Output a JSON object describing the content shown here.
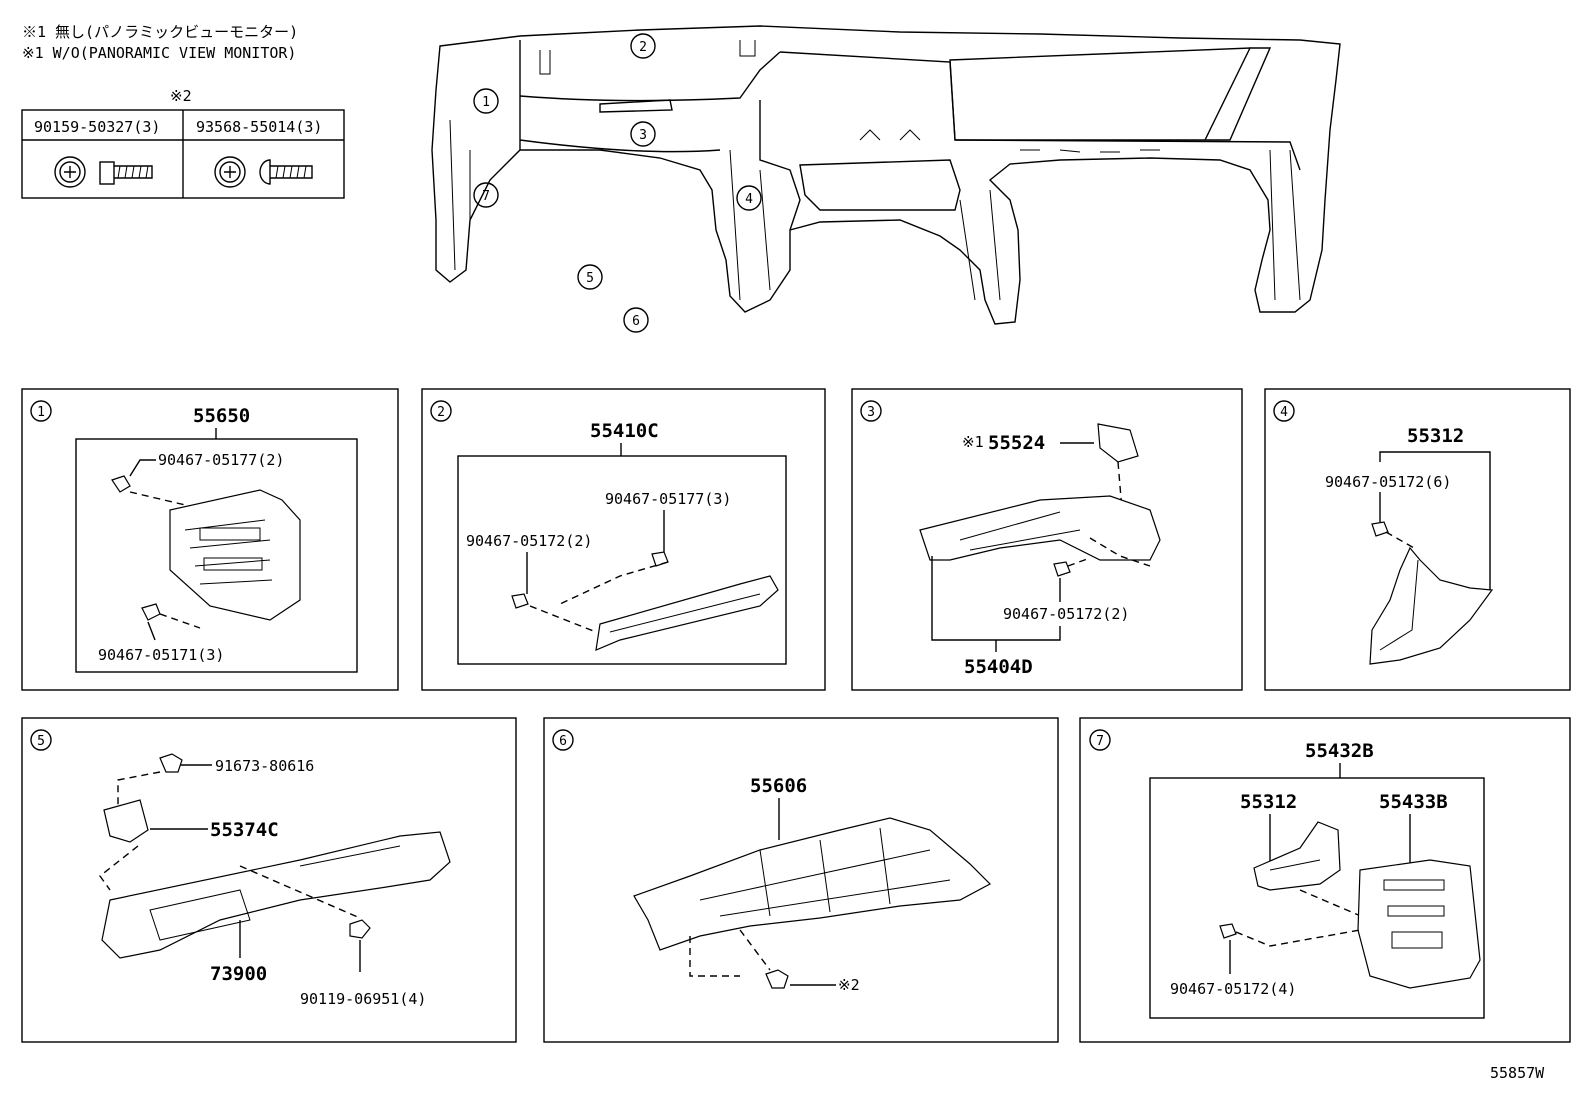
{
  "notes": {
    "line1": "※1 無し(パノラミックビューモニター)",
    "line2": "※1 W/O(PANORAMIC VIEW MONITOR)"
  },
  "screw_table": {
    "mark": "※2",
    "col1": "90159-50327(3)",
    "col2": "93568-55014(3)"
  },
  "overview_callouts": [
    "1",
    "2",
    "3",
    "4",
    "5",
    "6",
    "7"
  ],
  "panels": [
    {
      "number": "1",
      "main": "55650",
      "labels": [
        "90467-05177(2)",
        "90467-05171(3)"
      ]
    },
    {
      "number": "2",
      "main": "55410C",
      "labels": [
        "90467-05177(3)",
        "90467-05172(2)"
      ]
    },
    {
      "number": "3",
      "main": "55404D",
      "labels": [
        "※1",
        "55524",
        "90467-05172(2)"
      ]
    },
    {
      "number": "4",
      "main": "55312",
      "labels": [
        "90467-05172(6)"
      ]
    },
    {
      "number": "5",
      "main": "73900",
      "labels": [
        "91673-80616",
        "55374C",
        "90119-06951(4)"
      ]
    },
    {
      "number": "6",
      "main": "55606",
      "labels": [
        "※2"
      ]
    },
    {
      "number": "7",
      "main": "55432B",
      "labels": [
        "55312",
        "55433B",
        "90467-05172(4)"
      ]
    }
  ],
  "diagram_code": "55857W"
}
